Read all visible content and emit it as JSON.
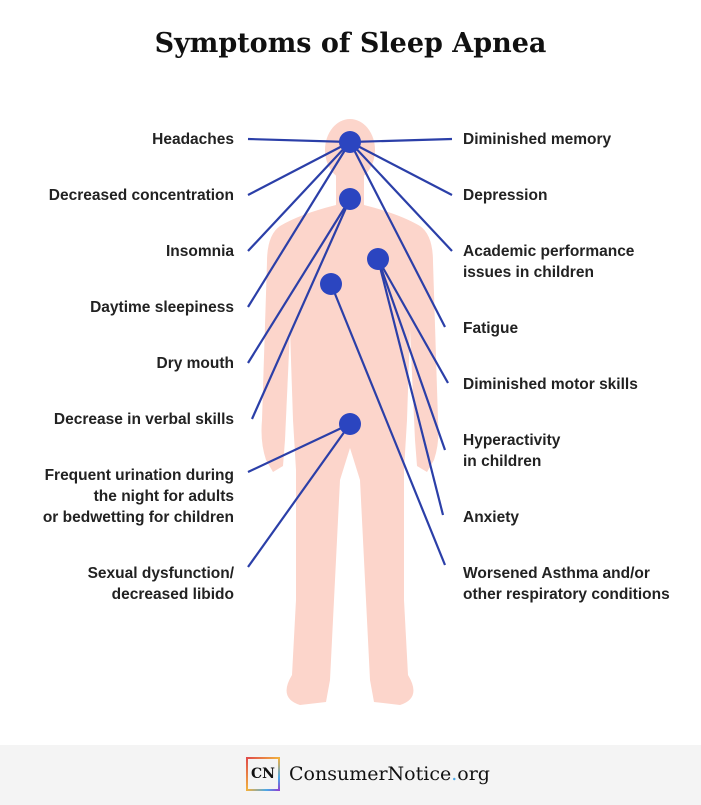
{
  "title": "Symptoms of Sleep Apnea",
  "colors": {
    "body": "#fcd5cb",
    "line": "#2b3fa8",
    "dot": "#2b45c0"
  },
  "left_symptoms": [
    {
      "text": "Headaches"
    },
    {
      "text": "Decreased concentration"
    },
    {
      "text": "Insomnia"
    },
    {
      "text": "Daytime sleepiness"
    },
    {
      "text": "Dry mouth"
    },
    {
      "text": "Decrease in verbal skills"
    },
    {
      "lines": [
        "Frequent urination during",
        "the night for adults",
        "or bedwetting for children"
      ]
    },
    {
      "lines": [
        "Sexual dysfunction/",
        "decreased libido"
      ]
    }
  ],
  "right_symptoms": [
    {
      "text": "Diminished memory"
    },
    {
      "text": "Depression"
    },
    {
      "lines": [
        "Academic performance",
        "issues in children"
      ]
    },
    {
      "text": "Fatigue"
    },
    {
      "text": "Diminished motor skills"
    },
    {
      "lines": [
        "Hyperactivity",
        "in children"
      ]
    },
    {
      "text": "Anxiety"
    },
    {
      "lines": [
        "Worsened Asthma and/or",
        "other respiratory conditions"
      ]
    }
  ],
  "footer": {
    "logo_mark": "CN",
    "brand": "ConsumerNotice",
    "dot": ".",
    "tld": "org"
  }
}
